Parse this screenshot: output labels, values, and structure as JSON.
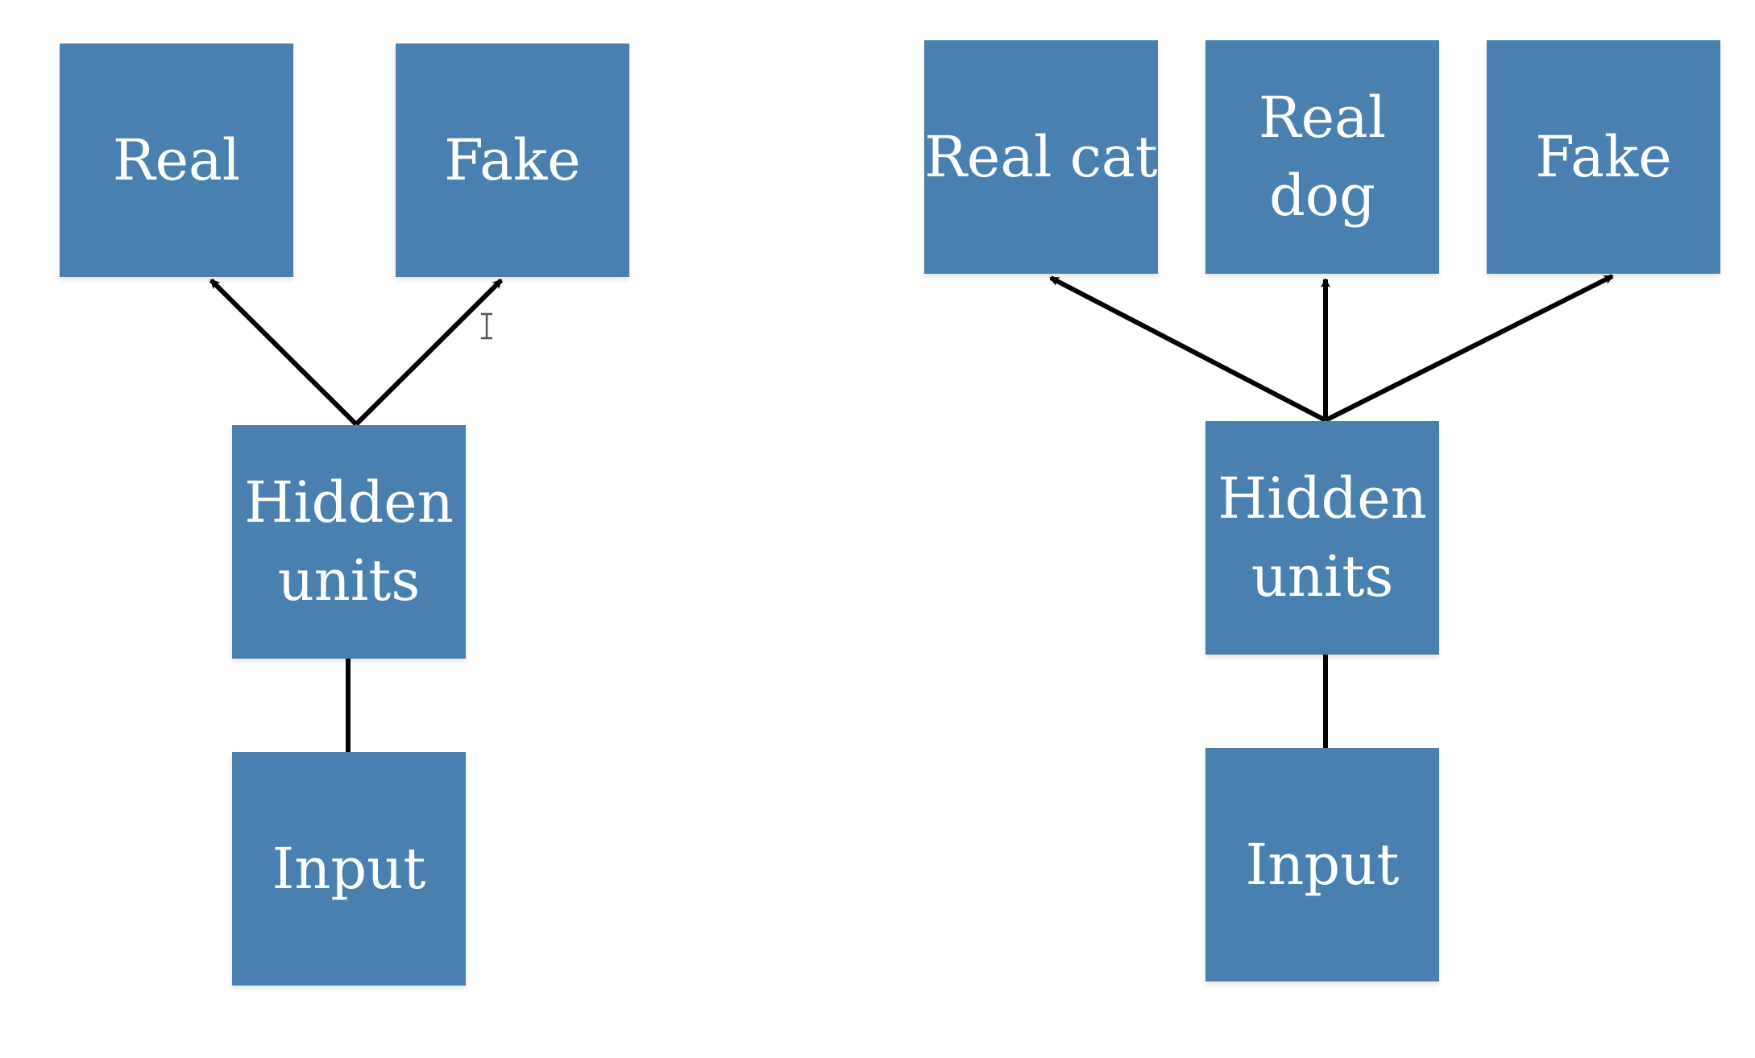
{
  "left_diagram": {
    "outputs": [
      "Real",
      "Fake"
    ],
    "hidden": "Hidden\nunits",
    "input": "Input"
  },
  "right_diagram": {
    "outputs": [
      "Real cat",
      "Real\ndog",
      "Fake"
    ],
    "hidden": "Hidden\nunits",
    "input": "Input"
  },
  "colors": {
    "box_fill": "#4a80b0",
    "box_text": "#ffffff",
    "arrow": "#000000",
    "background": "#ffffff"
  }
}
